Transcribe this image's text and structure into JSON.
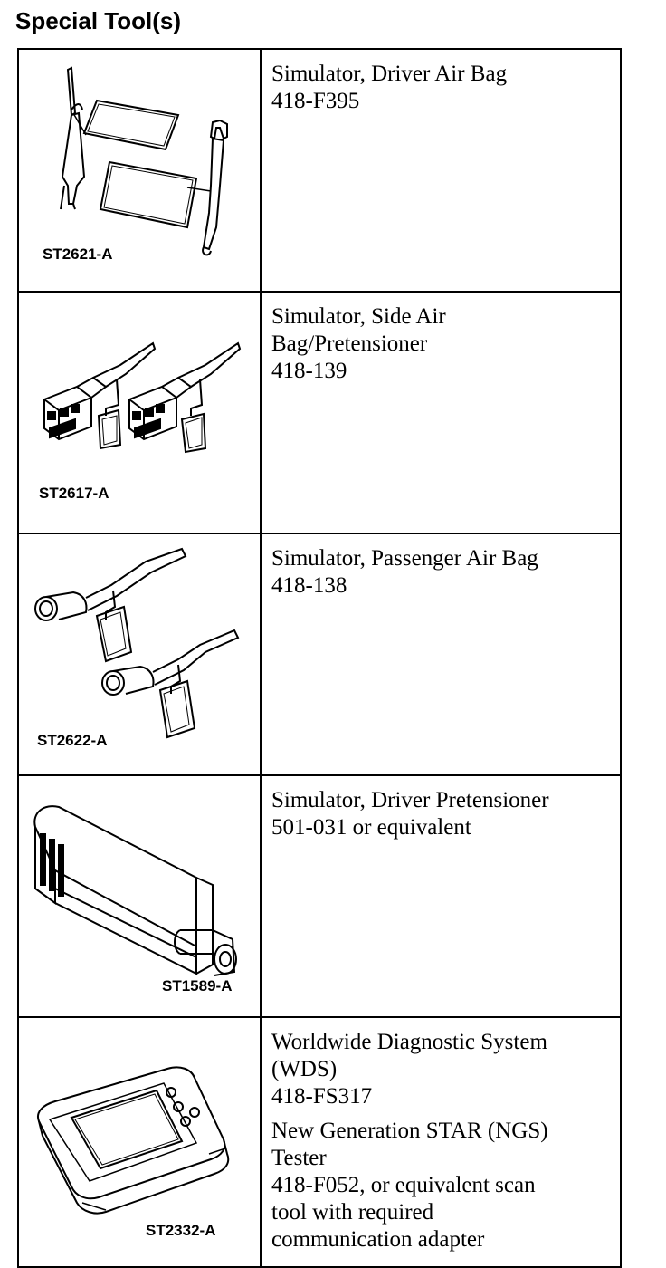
{
  "page": {
    "title": "Special Tool(s)"
  },
  "tools": [
    {
      "code": "ST2621-A",
      "lines": [
        "Simulator, Driver Air Bag",
        "418-F395"
      ]
    },
    {
      "code": "ST2617-A",
      "lines": [
        "Simulator, Side Air",
        "Bag/Pretensioner",
        "418-139"
      ]
    },
    {
      "code": "ST2622-A",
      "lines": [
        "Simulator, Passenger Air Bag",
        "418-138"
      ]
    },
    {
      "code": "ST1589-A",
      "lines": [
        "Simulator, Driver Pretensioner",
        "501-031 or equivalent"
      ]
    },
    {
      "code": "ST2332-A",
      "lines": [
        "Worldwide Diagnostic System",
        "(WDS)",
        "418-FS317"
      ],
      "lines2": [
        "New Generation STAR (NGS)",
        "Tester",
        "418-F052, or equivalent scan",
        "tool with required",
        "communication adapter"
      ]
    }
  ]
}
